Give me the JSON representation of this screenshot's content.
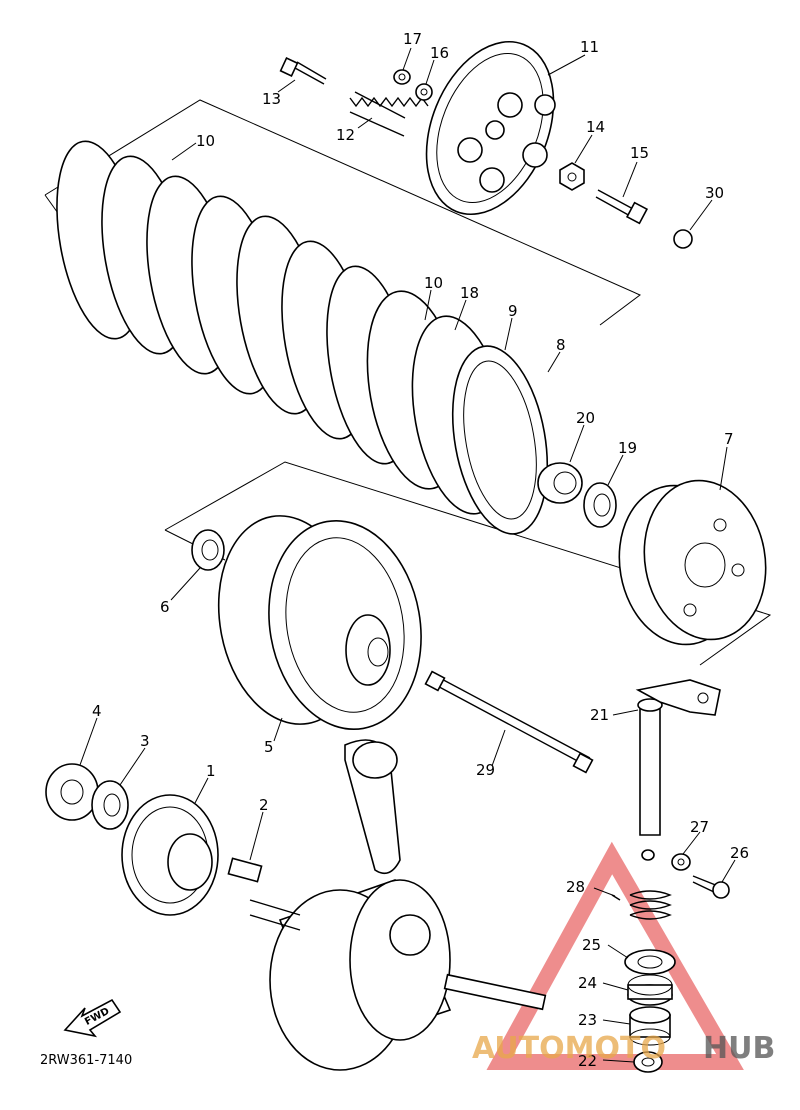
{
  "diagram": {
    "code": "2RW361-7140",
    "fwd_label": "FWD",
    "watermark": {
      "part1": "AUTOMOTO",
      "part2": "HUB",
      "color1": "#e8a84a",
      "color2": "#555555",
      "triangle_color": "#e03030"
    },
    "labels": {
      "p1": "1",
      "p2": "2",
      "p3": "3",
      "p4": "4",
      "p5": "5",
      "p6": "6",
      "p7": "7",
      "p8": "8",
      "p9": "9",
      "p10a": "10",
      "p10b": "10",
      "p11": "11",
      "p12": "12",
      "p13": "13",
      "p14": "14",
      "p15": "15",
      "p16": "16",
      "p17": "17",
      "p18": "18",
      "p19": "19",
      "p20": "20",
      "p21": "21",
      "p22": "22",
      "p23": "23",
      "p24": "24",
      "p25": "25",
      "p26": "26",
      "p27": "27",
      "p28": "28",
      "p29": "29",
      "p30": "30"
    }
  }
}
